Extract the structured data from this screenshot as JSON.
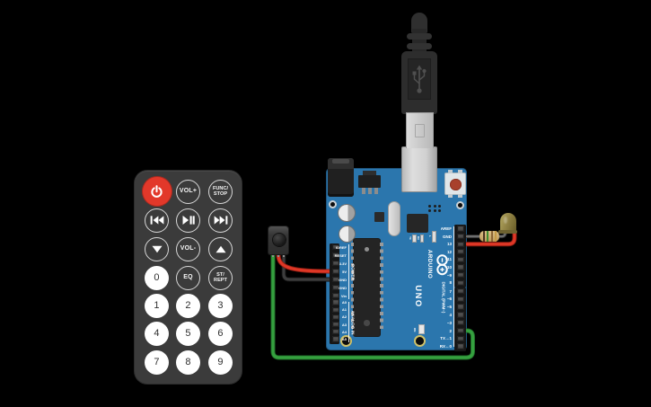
{
  "colors": {
    "background": "#000000",
    "board_blue": "#2b76ad",
    "remote_body": "#3b3b3b",
    "power_button_red": "#e2382a",
    "wire_red": "#de3726",
    "wire_green": "#35a03f",
    "wire_black": "#3d3d3d",
    "led_body_olive": "#8a7c3e",
    "resistor_body_tan": "#c9a96c"
  },
  "remote": {
    "buttons": [
      {
        "id": "power",
        "style": "red",
        "icon": "power-icon"
      },
      {
        "id": "vol-up",
        "style": "ring",
        "label": "VOL+"
      },
      {
        "id": "func-stop",
        "style": "ring",
        "lines": [
          "FUNC/",
          "STOP"
        ]
      },
      {
        "id": "skip-back",
        "style": "ring",
        "icon": "skip-back-icon"
      },
      {
        "id": "play-pause",
        "style": "ring",
        "icon": "play-pause-icon"
      },
      {
        "id": "skip-forward",
        "style": "ring",
        "icon": "skip-forward-icon"
      },
      {
        "id": "arrow-down",
        "style": "ring",
        "icon": "arrow-down-icon"
      },
      {
        "id": "vol-down",
        "style": "ring",
        "label": "VOL-"
      },
      {
        "id": "arrow-up",
        "style": "ring",
        "icon": "arrow-up-icon"
      },
      {
        "id": "digit-0",
        "style": "white",
        "label": "0"
      },
      {
        "id": "eq",
        "style": "ring",
        "label": "EQ"
      },
      {
        "id": "st-rept",
        "style": "ring",
        "lines": [
          "ST/",
          "REPT"
        ]
      },
      {
        "id": "digit-1",
        "style": "white",
        "label": "1"
      },
      {
        "id": "digit-2",
        "style": "white",
        "label": "2"
      },
      {
        "id": "digit-3",
        "style": "white",
        "label": "3"
      },
      {
        "id": "digit-4",
        "style": "white",
        "label": "4"
      },
      {
        "id": "digit-5",
        "style": "white",
        "label": "5"
      },
      {
        "id": "digit-6",
        "style": "white",
        "label": "6"
      },
      {
        "id": "digit-7",
        "style": "white",
        "label": "7"
      },
      {
        "id": "digit-8",
        "style": "white",
        "label": "8"
      },
      {
        "id": "digit-9",
        "style": "white",
        "label": "9"
      }
    ]
  },
  "arduino": {
    "brand": "ARDUINO",
    "model": "UNO",
    "digital_label": "DIGITAL (PWM~)",
    "power_label": "POWER",
    "analog_label": "ANALOG IN",
    "on_led_label": "ON",
    "led_labels": [
      "TX",
      "RX",
      "L"
    ],
    "pins": {
      "digital_top": [
        "AREF",
        "GND",
        "13",
        "12",
        "~11",
        "~10",
        "~9",
        "8"
      ],
      "digital_bottom": [
        "7",
        "~6",
        "~5",
        "4",
        "~3",
        "2",
        "TX→1",
        "RX←0"
      ],
      "power": [
        "IOREF",
        "RESET",
        "3.3V",
        "5V",
        "GND",
        "GND",
        "Vin"
      ],
      "analog": [
        "A0",
        "A1",
        "A2",
        "A3",
        "A4",
        "A5"
      ]
    }
  }
}
